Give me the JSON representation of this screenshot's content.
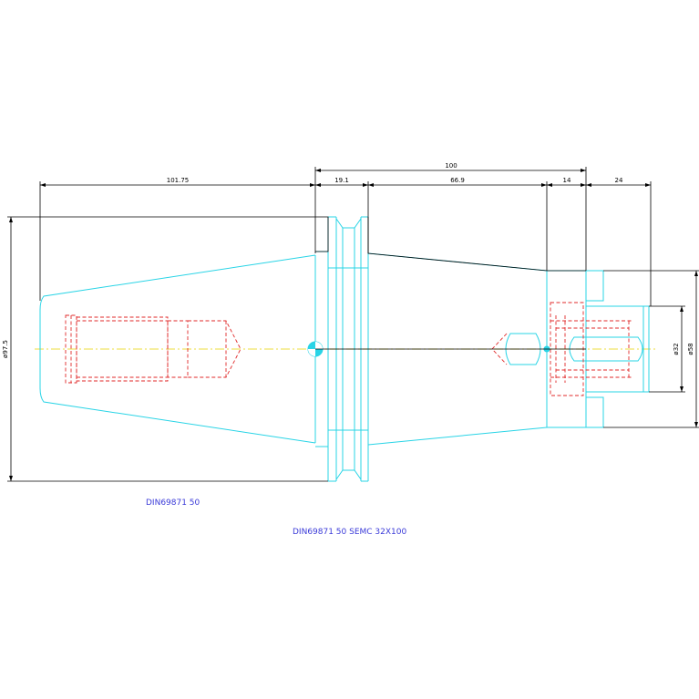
{
  "dimensions": {
    "d101_75": "101.75",
    "d19_1": "19.1",
    "d100": "100",
    "d66_9": "66.9",
    "d14": "14",
    "d24": "24",
    "d97_5": "ø97.5",
    "d32": "ø32",
    "d58": "ø58"
  },
  "labels": {
    "taper": "DIN69871 50",
    "assembly": "DIN69871 50 SEMC 32X100"
  },
  "colors": {
    "outline": "#29d4e6",
    "hidden": "#e02828",
    "dimension": "#000000",
    "axis": "#e6d400",
    "label": "#3a3ad8"
  }
}
